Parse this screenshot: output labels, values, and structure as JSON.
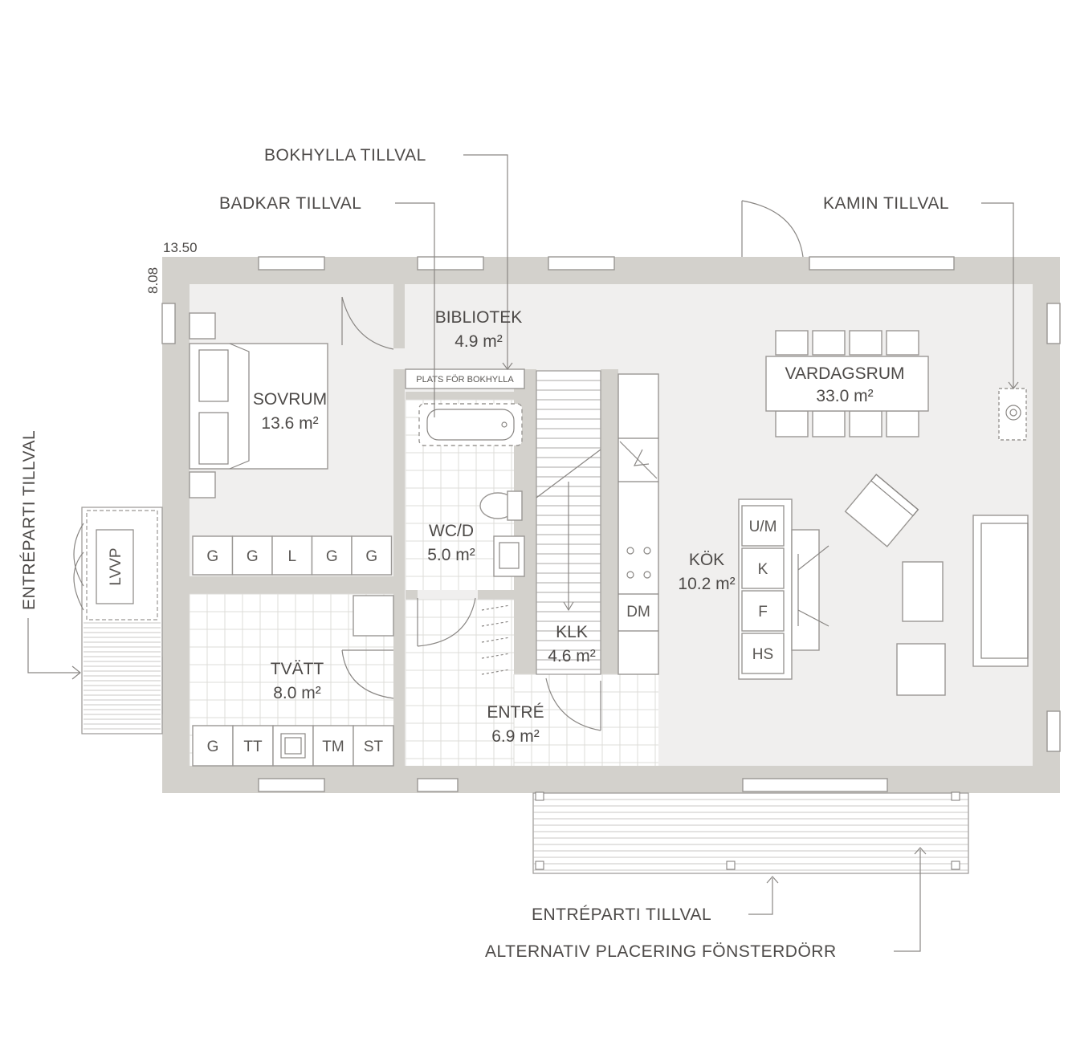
{
  "annotations": {
    "bokhylla": "BOKHYLLA TILLVAL",
    "badkar": "BADKAR TILLVAL",
    "kamin": "KAMIN TILLVAL",
    "entreparti_left": "ENTRÉPARTI TILLVAL",
    "entreparti_bottom": "ENTRÉPARTI TILLVAL",
    "alternativ": "ALTERNATIV PLACERING FÖNSTERDÖRR"
  },
  "dimensions": {
    "width": "13.50",
    "depth": "8.08"
  },
  "rooms": {
    "sovrum": {
      "name": "SOVRUM",
      "area": "13.6 m²"
    },
    "bibliotek": {
      "name": "BIBLIOTEK",
      "area": "4.9 m²"
    },
    "vardagsrum": {
      "name": "VARDAGSRUM",
      "area": "33.0 m²"
    },
    "wcd": {
      "name": "WC/D",
      "area": "5.0 m²"
    },
    "kok": {
      "name": "KÖK",
      "area": "10.2 m²"
    },
    "klk": {
      "name": "KLK",
      "area": "4.6 m²"
    },
    "tvatt": {
      "name": "TVÄTT",
      "area": "8.0 m²"
    },
    "entre": {
      "name": "ENTRÉ",
      "area": "6.9 m²"
    }
  },
  "labels": {
    "bookshelf_place": "PLATS FÖR BOKHYLLA",
    "lvvp": "LVVP",
    "dm": "DM",
    "island": [
      "U/M",
      "K",
      "F",
      "HS"
    ],
    "wardrobes": [
      "G",
      "G",
      "L",
      "G",
      "G"
    ],
    "laundry": [
      "G",
      "TT",
      "TM",
      "ST"
    ]
  }
}
